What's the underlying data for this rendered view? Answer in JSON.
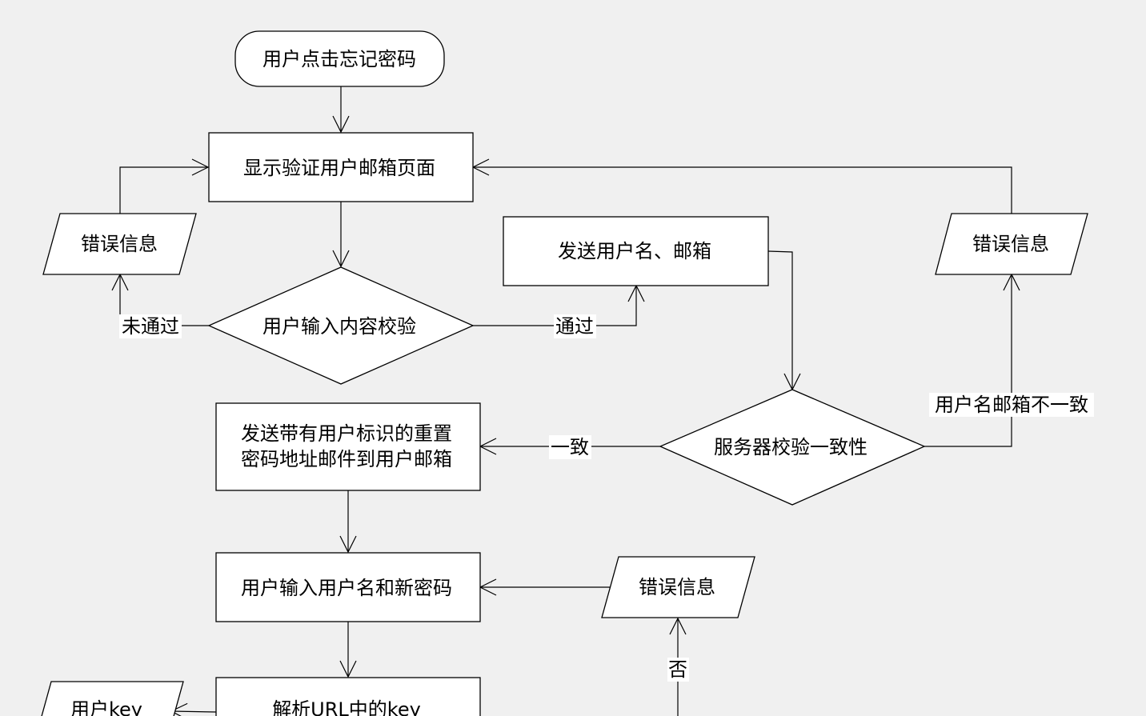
{
  "nodes": {
    "start": "用户点击忘记密码",
    "show_page": "显示验证用户邮箱页面",
    "error_left": "错误信息",
    "input_check": "用户输入内容校验",
    "send_name_email": "发送用户名、邮箱",
    "error_right": "错误信息",
    "server_check": "服务器校验一致性",
    "send_mail_line1": "发送带有用户标识的重置",
    "send_mail_line2": "密码地址邮件到用户邮箱",
    "input_new_pwd": "用户输入用户名和新密码",
    "error_mid": "错误信息",
    "parse_key": "解析URL中的key",
    "user_key": "用户key"
  },
  "edge_labels": {
    "not_passed": "未通过",
    "passed": "通过",
    "consistent": "一致",
    "inconsistent": "用户名邮箱不一致",
    "no": "否"
  }
}
